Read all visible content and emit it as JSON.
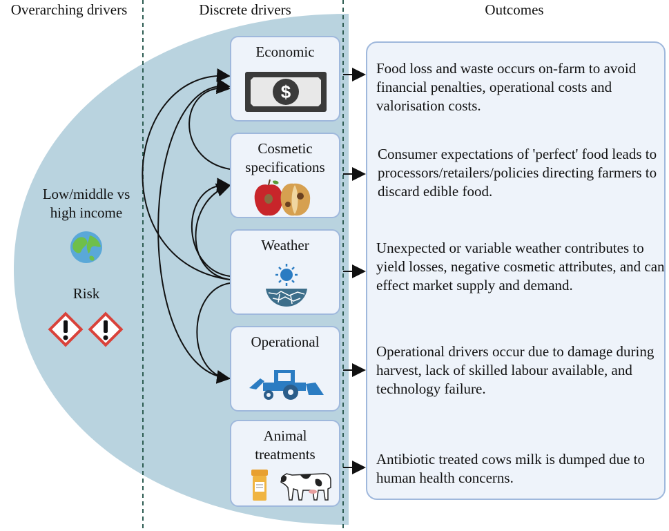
{
  "headers": {
    "overarching": "Overarching drivers",
    "discrete": "Discrete drivers",
    "outcomes": "Outcomes"
  },
  "overarching": {
    "income_label": "Low/middle vs\nhigh income",
    "risk_label": "Risk"
  },
  "drivers": [
    {
      "title": "Economic",
      "icon": "dollar-bill-icon"
    },
    {
      "title": "Cosmetic\nspecifications",
      "icon": "apple-icon"
    },
    {
      "title": "Weather",
      "icon": "sun-icon"
    },
    {
      "title": "Operational",
      "icon": "tractor-icon"
    },
    {
      "title": "Animal\ntreatments",
      "icon": "cow-icon"
    }
  ],
  "outcomes": [
    "Food loss and waste occurs on-farm to avoid financial penalties, operational costs and valorisation costs.",
    "Consumer expectations of  'perfect' food leads to processors/retailers/policies directing farmers to discard edible food.",
    "Unexpected or variable weather contributes to yield losses, negative cosmetic attributes, and can effect market supply and demand.",
    "Operational drivers occur due to damage during harvest, lack of skilled labour available, and technology failure.",
    "Antibiotic treated cows milk is dumped due to human health concerns."
  ],
  "colors": {
    "ellipse": "#b9d3df",
    "box_fill": "#eef3fa",
    "box_border": "#9fb8dc",
    "hazard_red": "#d9423a"
  }
}
